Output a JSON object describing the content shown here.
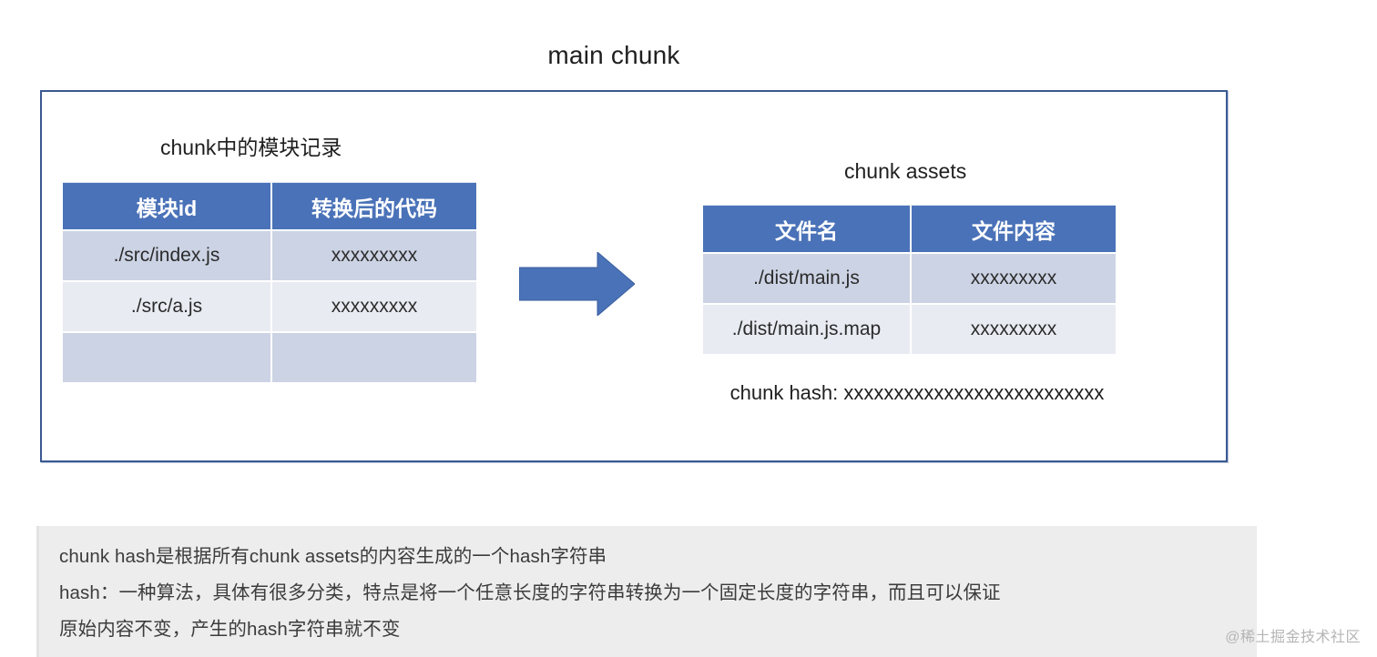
{
  "title": "main chunk",
  "colors": {
    "frame_border": "#3b5a92",
    "table_header": "#4a72b8",
    "row_odd": "#ccd3e4",
    "row_even": "#e8ebf2",
    "arrow": "#4a72b8",
    "note_bg": "#ededed"
  },
  "modules_section": {
    "caption": "chunk中的模块记录",
    "table": {
      "headers": [
        "模块id",
        "转换后的代码"
      ],
      "rows": [
        [
          "./src/index.js",
          "xxxxxxxxx"
        ],
        [
          "./src/a.js",
          "xxxxxxxxx"
        ],
        [
          "",
          ""
        ]
      ]
    }
  },
  "arrow": {
    "icon": "arrow-right-icon",
    "direction": "right"
  },
  "assets_section": {
    "caption": "chunk assets",
    "table": {
      "headers": [
        "文件名",
        "文件内容"
      ],
      "rows": [
        [
          "./dist/main.js",
          "xxxxxxxxx"
        ],
        [
          "./dist/main.js.map",
          "xxxxxxxxx"
        ]
      ]
    },
    "chunk_hash": "chunk hash: xxxxxxxxxxxxxxxxxxxxxxxxxx"
  },
  "note": {
    "lines": [
      "chunk hash是根据所有chunk assets的内容生成的一个hash字符串",
      "hash：一种算法，具体有很多分类，特点是将一个任意长度的字符串转换为一个固定长度的字符串，而且可以保证",
      "原始内容不变，产生的hash字符串就不变"
    ]
  },
  "watermark": "@稀土掘金技术社区"
}
